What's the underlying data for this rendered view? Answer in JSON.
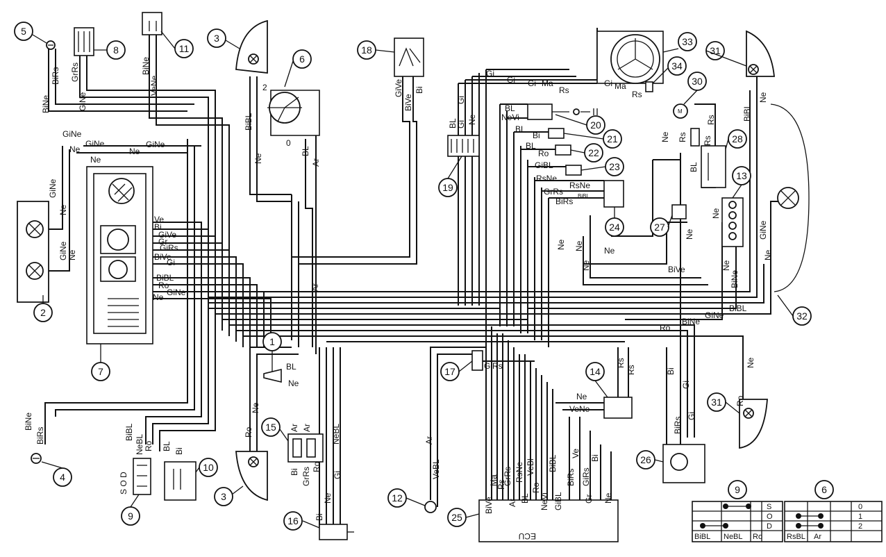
{
  "callouts": {
    "c1": "1",
    "c2": "2",
    "c3a": "3",
    "c3b": "3",
    "c4": "4",
    "c5": "5",
    "c6": "6",
    "c7": "7",
    "c8": "8",
    "c9": "9",
    "c10": "10",
    "c11": "11",
    "c12": "12",
    "c13": "13",
    "c14": "14",
    "c15": "15",
    "c16": "16",
    "c17": "17",
    "c18": "18",
    "c19": "19",
    "c20": "20",
    "c21": "21",
    "c22": "22",
    "c23": "23",
    "c24": "24",
    "c25": "25",
    "c26": "26",
    "c27": "27",
    "c28": "28",
    "c30": "30",
    "c31a": "31",
    "c31b": "31",
    "c32": "32",
    "c33": "33",
    "c34": "34",
    "t9": "9",
    "t6": "6"
  },
  "wire_labels": {
    "bine_5": "BiNe",
    "birs_5": "BiRs",
    "grrs_8": "GrRs",
    "gine_8": "GiNe",
    "bine_11": "BiNe",
    "vene_11": "VeNe",
    "bibl_3": "BiBL",
    "ne_3": "Ne",
    "bl_6": "BL",
    "ar_6": "Ar",
    "pos2": "2",
    "pos0": "0",
    "gine_a": "GiNe",
    "gine_b": "GiNe",
    "ne_a": "Ne",
    "ne_b": "Ne",
    "ne_c": "Ne",
    "gine_2": "GiNe",
    "ne_2a": "Ne",
    "gine_2b": "GiNe",
    "ne_2b": "Ne",
    "ve_7": "Ve",
    "bi_7": "Bi",
    "give_7": "GiVe",
    "gr_7": "Gr",
    "girs_7": "GiRs",
    "bive_7": "BiVe",
    "gi_7": "Gi",
    "bibl_7": "BiBL",
    "ro_7": "Ro",
    "gine_7": "GiNe",
    "ne_7": "Ne",
    "ar_mid": "Ar",
    "bl_1": "BL",
    "ne_1": "Ne",
    "bine_4": "BiNe",
    "birs_4": "BiRs",
    "bibl_9": "BiBL",
    "nebl_9": "NeBL",
    "ro_9": "Ro",
    "sod_9": "S  O D",
    "bl_10": "BL",
    "bi_10": "Bi",
    "ro_3b": "Ro",
    "ne_3b": "Ne",
    "ar_15a": "Ar",
    "ar_15b": "Ar",
    "bi_15": "Bi",
    "grrs_15": "GrRs",
    "ro_15": "Ro",
    "nebl_16": "NeBL",
    "gi_16": "Gi",
    "ne_16": "Ne",
    "bi_16": "Bi",
    "give_18": "GiVe",
    "bive_18": "BiVe",
    "bi_18": "Bi",
    "gi_top": "Gi",
    "gi_top2": "Gi",
    "gi_top3": "Gi",
    "ma_top": "Ma",
    "rs_top": "Rs",
    "gi_r": "Gi",
    "ma_r": "Ma",
    "rs_r": "Rs",
    "bl_19": "BL",
    "gi_19a": "Gi",
    "gi_19b": "Gi",
    "ne_19": "Ne",
    "bl_20": "BL",
    "nevi_20": "NeVi",
    "bl_21": "BL",
    "bi_21": "Bi",
    "bl_22": "BL",
    "ro_22": "Ro",
    "gibl_23": "GiBL",
    "rsne_24": "RsNe",
    "rsne_24b": "RsNe",
    "grrs_24": "GrRs",
    "bibl_24": "BiBL",
    "birs_24": "BiRs",
    "ne_mid": "Ne",
    "ne_mid2": "Ne",
    "ne_mid3": "Ne",
    "ne_24": "Ne",
    "ne_30": "Ne",
    "rs_30": "Rs",
    "rs_28": "Rs",
    "rs_28b": "Rs",
    "bl_28": "BL",
    "ne_28": "Ne",
    "ne_27": "Ne",
    "bive_27": "BiVe",
    "bibl_31": "BiBL",
    "ne_31": "Ne",
    "gine_32": "GiNe",
    "ne_32": "Ne",
    "ne_13": "Ne",
    "bine_13": "BiNe",
    "bibl_r": "BiBL",
    "gine_r": "GiNe",
    "bine_r": "BiNe",
    "ro_r": "Ro",
    "ne_31b": "Ne",
    "ro_31b": "Ro",
    "rs_14a": "Rs",
    "rs_14b": "Rs",
    "ne_14": "Ne",
    "vene_14": "VeNe",
    "bi_26": "Bi",
    "gi_26a": "Gi",
    "gi_26b": "Gi",
    "birs_26": "BiRs",
    "girs_17": "GiRs",
    "ar_12": "Ar",
    "vebl_12": "VeBL",
    "ecu_bive": "BiVe",
    "ecu_ma": "Ma",
    "ecu_rs": "Rs",
    "ecu_grrs": "GrRs",
    "ecu_rsne": "RsNe",
    "ecu_ar": "Ar",
    "ecu_bl": "BL",
    "ecu_vebl": "VeBl",
    "ecu_ro": "Ro",
    "ecu_nevi": "NeVi",
    "ecu_bibl": "BiBL",
    "ecu_gibl": "GiBL",
    "ecu_birs": "BiRs",
    "ecu_ve": "Ve",
    "ecu_girs": "GiRs",
    "ecu_gr": "Gr",
    "ecu_bi": "Bi",
    "ecu_ne": "Ne",
    "ecu": "ECU"
  },
  "table9": {
    "rows": [
      "S",
      "O",
      "D"
    ],
    "cols": [
      "BiBL",
      "NeBL",
      "Ro"
    ]
  },
  "table6": {
    "rows": [
      "0",
      "1",
      "2"
    ],
    "cols": [
      "RsBL",
      "Ar"
    ]
  }
}
